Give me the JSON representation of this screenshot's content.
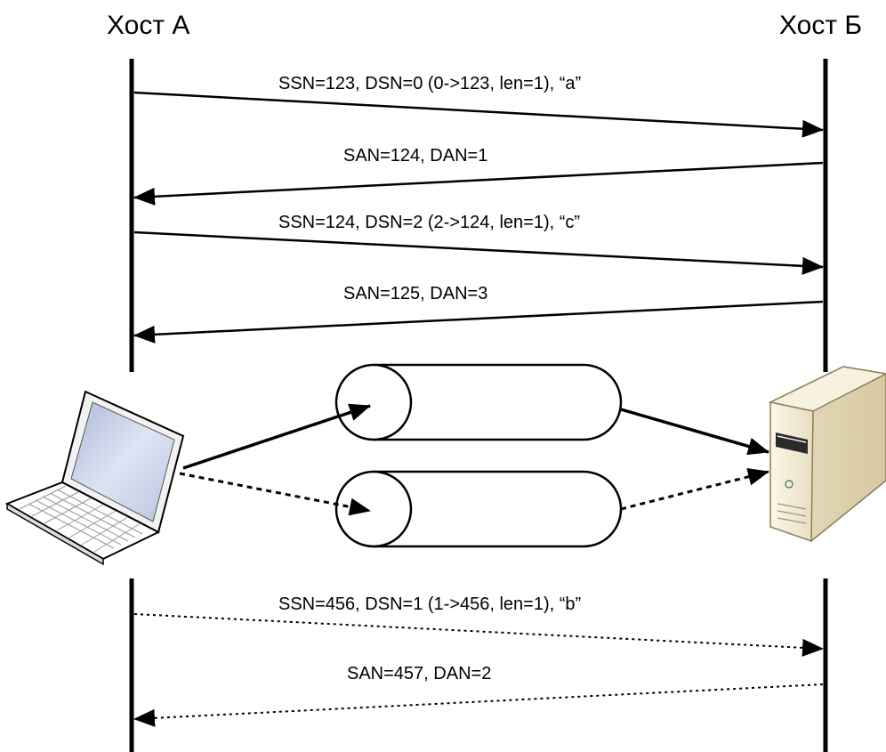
{
  "hosts": {
    "a_label": "Хост А",
    "b_label": "Хост Б"
  },
  "upper_exchange": [
    {
      "direction": "a-to-b",
      "line_style": "solid",
      "label": "SSN=123, DSN=0 (0->123, len=1), “a”"
    },
    {
      "direction": "b-to-a",
      "line_style": "solid",
      "label": "SAN=124, DAN=1"
    },
    {
      "direction": "a-to-b",
      "line_style": "solid",
      "label": "SSN=124, DSN=2 (2->124, len=1), “c”"
    },
    {
      "direction": "b-to-a",
      "line_style": "solid",
      "label": "SAN=125, DAN=3"
    }
  ],
  "lower_exchange": [
    {
      "direction": "a-to-b",
      "line_style": "dotted",
      "label": "SSN=456, DSN=1 (1->456, len=1), “b”"
    },
    {
      "direction": "b-to-a",
      "line_style": "dotted",
      "label": "SAN=457, DAN=2"
    }
  ],
  "middle": {
    "client_icon": "laptop-icon",
    "server_icon": "server-tower-icon",
    "subflows": [
      {
        "line_style": "solid"
      },
      {
        "line_style": "dotted"
      }
    ]
  },
  "colors": {
    "line": "#000000",
    "laptop_screen": "#c9d4ea",
    "server_body": "#f3ecd8"
  }
}
